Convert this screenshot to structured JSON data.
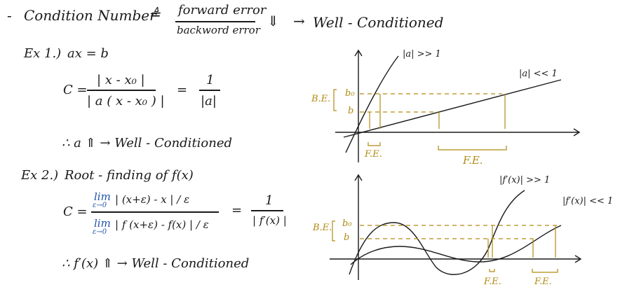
{
  "heading": {
    "dash": "-",
    "title": "Condition Number",
    "defeq": "≜",
    "numerator": "forward error",
    "denominator": "backword error",
    "arrow_down": "⇓",
    "arrow": "→",
    "result": "Well - Conditioned"
  },
  "ex1": {
    "label": "Ex 1.)",
    "equation": "ax = b",
    "c_prefix": "C =",
    "c_num": "| x - x₀ |",
    "c_den": "| a ( x - x₀ ) |",
    "eq": "=",
    "r_num": "1",
    "r_den": "|a|",
    "conclusion": "∴  a ⇑  →  Well - Conditioned"
  },
  "ex2": {
    "label": "Ex 2.)",
    "title": "Root - finding  of  f(x)",
    "c_prefix": "C =",
    "lim": "lim",
    "lim_sub": "ε→0",
    "num_body": "| (x+ε) - x | / ε",
    "den_body": "| f (x+ε) - f(x) | / ε",
    "eq": "=",
    "r_num": "1",
    "r_den": "| f′(x) |",
    "conclusion": "∴  f′(x) ⇑  →  Well - Conditioned"
  },
  "graph1": {
    "steep_label": "|a| >> 1",
    "shallow_label": "|a| << 1",
    "be": "B.E.",
    "b0": "b₀",
    "b": "b",
    "fe1": "F.E.",
    "fe2": "F.E."
  },
  "graph2": {
    "steep_label": "|f′(x)| >> 1",
    "shallow_label": "|f′(x)| << 1",
    "be": "B.E.",
    "b0": "b₀",
    "b": "b",
    "fe1": "F.E.",
    "fe2": "F.E."
  },
  "colors": {
    "ink": "#1a1a1a",
    "gold": "#b08a12",
    "blue": "#2255aa"
  }
}
